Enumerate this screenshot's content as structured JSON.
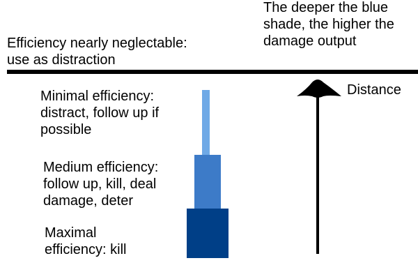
{
  "header": {
    "left_note": "Efficiency nearly neglectable:\nuse as distraction",
    "right_note": "The deeper the blue\nshade, the higher the\ndamage output"
  },
  "levels": [
    {
      "text": "Minimal efficiency:\ndistract, follow up if\npossible",
      "color": "#6FA9E6"
    },
    {
      "text": "Medium efficiency:\nfollow up, kill, deal\ndamage, deter",
      "color": "#3D7BC8"
    },
    {
      "text": "Maximal\nefficiency: kill",
      "color": "#003F87"
    }
  ],
  "axis": {
    "label": "Distance"
  },
  "colors": {
    "divider": "#000000",
    "arrow": "#000000"
  }
}
